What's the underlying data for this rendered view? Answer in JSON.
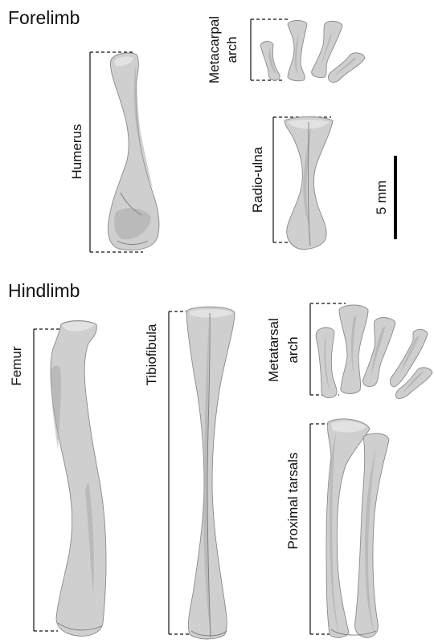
{
  "sections": {
    "forelimb": "Forelimb",
    "hindlimb": "Hindlimb"
  },
  "labels": {
    "humerus": "Humerus",
    "metacarpal_arch_line1": "Metacarpal",
    "metacarpal_arch_line2": "arch",
    "radio_ulna": "Radio-ulna",
    "scale": "5 mm",
    "femur": "Femur",
    "tibiofibula": "Tibiofibula",
    "metatarsal_arch_line1": "Metatarsal",
    "metatarsal_arch_line2": "arch",
    "proximal_tarsals": "Proximal tarsals"
  },
  "colors": {
    "bone": "#cfcfcf",
    "bone_outline": "#8a8a8a",
    "ink": "#111111"
  }
}
